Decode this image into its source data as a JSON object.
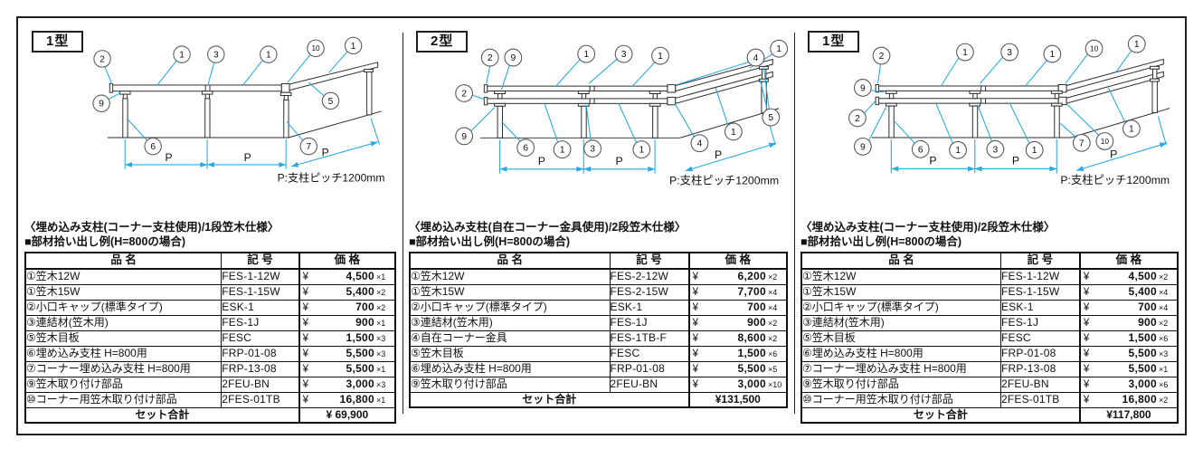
{
  "colors": {
    "accent_cyan": "#29abe2",
    "line_black": "#1f1f1f"
  },
  "panels": [
    {
      "type_label": "1型",
      "spec_title": "〈埋め込み支柱(コーナー支柱使用)/1段笠木仕様〉",
      "example_title": "■部材拾い出し例(H=800の場合)",
      "pitch_note": "P:支柱ピッチ1200mm",
      "diagram": {
        "callouts": [
          "2",
          "1",
          "3",
          "1",
          "10",
          "1",
          "9",
          "5",
          "6",
          "7"
        ],
        "p_labels": [
          "P",
          "P",
          "P"
        ]
      },
      "table": {
        "headers": [
          "品 名",
          "記 号",
          "価 格"
        ],
        "currency": "¥",
        "rows": [
          {
            "name": "①笠木12W",
            "code": "FES-1-12W",
            "price": "4,500",
            "qty": "×1"
          },
          {
            "name": "①笠木15W",
            "code": "FES-1-15W",
            "price": "5,400",
            "qty": "×2"
          },
          {
            "name": "②小口キャップ(標準タイプ)",
            "code": "ESK-1",
            "price": "700",
            "qty": "×2"
          },
          {
            "name": "③連結材(笠木用)",
            "code": "FES-1J",
            "price": "900",
            "qty": "×1"
          },
          {
            "name": "⑤笠木目板",
            "code": "FESC",
            "price": "1,500",
            "qty": "×3"
          },
          {
            "name": "⑥埋め込み支柱 H=800用",
            "code": "FRP-01-08",
            "price": "5,500",
            "qty": "×3"
          },
          {
            "name": "⑦コーナー埋め込み支柱 H=800用",
            "code": "FRP-13-08",
            "price": "5,500",
            "qty": "×1"
          },
          {
            "name": "⑨笠木取り付け部品",
            "code": "2FEU-BN",
            "price": "3,000",
            "qty": "×3"
          },
          {
            "name": "⑩コーナー用笠木取り付け部品",
            "code": "2FES-01TB",
            "price": "16,800",
            "qty": "×1"
          }
        ],
        "total_label": "セット合計",
        "total": "¥ 69,900"
      }
    },
    {
      "type_label": "2型",
      "spec_title": "〈埋め込み支柱(自在コーナー金具使用)/2段笠木仕様〉",
      "example_title": "■部材拾い出し例(H=800の場合)",
      "pitch_note": "P:支柱ピッチ1200mm",
      "diagram": {
        "callouts": [
          "2",
          "9",
          "1",
          "3",
          "1",
          "4",
          "1",
          "2",
          "9",
          "6",
          "1",
          "3",
          "1",
          "4",
          "1",
          "5"
        ],
        "p_labels": [
          "P",
          "P",
          "P"
        ]
      },
      "table": {
        "headers": [
          "品 名",
          "記 号",
          "価 格"
        ],
        "currency": "¥",
        "rows": [
          {
            "name": "①笠木12W",
            "code": "FES-2-12W",
            "price": "6,200",
            "qty": "×2"
          },
          {
            "name": "①笠木15W",
            "code": "FES-2-15W",
            "price": "7,700",
            "qty": "×4"
          },
          {
            "name": "②小口キャップ(標準タイプ)",
            "code": "ESK-1",
            "price": "700",
            "qty": "×4"
          },
          {
            "name": "③連結材(笠木用)",
            "code": "FES-1J",
            "price": "900",
            "qty": "×2"
          },
          {
            "name": "④自在コーナー金具",
            "code": "FES-1TB-F",
            "price": "8,600",
            "qty": "×2"
          },
          {
            "name": "⑤笠木目板",
            "code": "FESC",
            "price": "1,500",
            "qty": "×6"
          },
          {
            "name": "⑥埋め込み支柱 H=800用",
            "code": "FRP-01-08",
            "price": "5,500",
            "qty": "×5"
          },
          {
            "name": "⑨笠木取り付け部品",
            "code": "2FEU-BN",
            "price": "3,000",
            "qty": "×10"
          }
        ],
        "total_label": "セット合計",
        "total": "¥131,500"
      }
    },
    {
      "type_label": "1型",
      "spec_title": "〈埋め込み支柱(コーナー支柱使用)/2段笠木仕様〉",
      "example_title": "■部材拾い出し例(H=800の場合)",
      "pitch_note": "P:支柱ピッチ1200mm",
      "diagram": {
        "callouts": [
          "2",
          "1",
          "3",
          "1",
          "10",
          "1",
          "9",
          "2",
          "9",
          "6",
          "1",
          "3",
          "1",
          "7",
          "10",
          "1"
        ],
        "p_labels": [
          "P",
          "P",
          "P"
        ]
      },
      "table": {
        "headers": [
          "品 名",
          "記 号",
          "価 格"
        ],
        "currency": "¥",
        "rows": [
          {
            "name": "①笠木12W",
            "code": "FES-1-12W",
            "price": "4,500",
            "qty": "×2"
          },
          {
            "name": "①笠木15W",
            "code": "FES-1-15W",
            "price": "5,400",
            "qty": "×4"
          },
          {
            "name": "②小口キャップ(標準タイプ)",
            "code": "ESK-1",
            "price": "700",
            "qty": "×4"
          },
          {
            "name": "③連結材(笠木用)",
            "code": "FES-1J",
            "price": "900",
            "qty": "×2"
          },
          {
            "name": "⑤笠木目板",
            "code": "FESC",
            "price": "1,500",
            "qty": "×6"
          },
          {
            "name": "⑥埋め込み支柱 H=800用",
            "code": "FRP-01-08",
            "price": "5,500",
            "qty": "×3"
          },
          {
            "name": "⑦コーナー埋め込み支柱 H=800用",
            "code": "FRP-13-08",
            "price": "5,500",
            "qty": "×1"
          },
          {
            "name": "⑨笠木取り付け部品",
            "code": "2FEU-BN",
            "price": "3,000",
            "qty": "×6"
          },
          {
            "name": "⑩コーナー用笠木取り付け部品",
            "code": "2FES-01TB",
            "price": "16,800",
            "qty": "×2"
          }
        ],
        "total_label": "セット合計",
        "total": "¥117,800"
      }
    }
  ]
}
